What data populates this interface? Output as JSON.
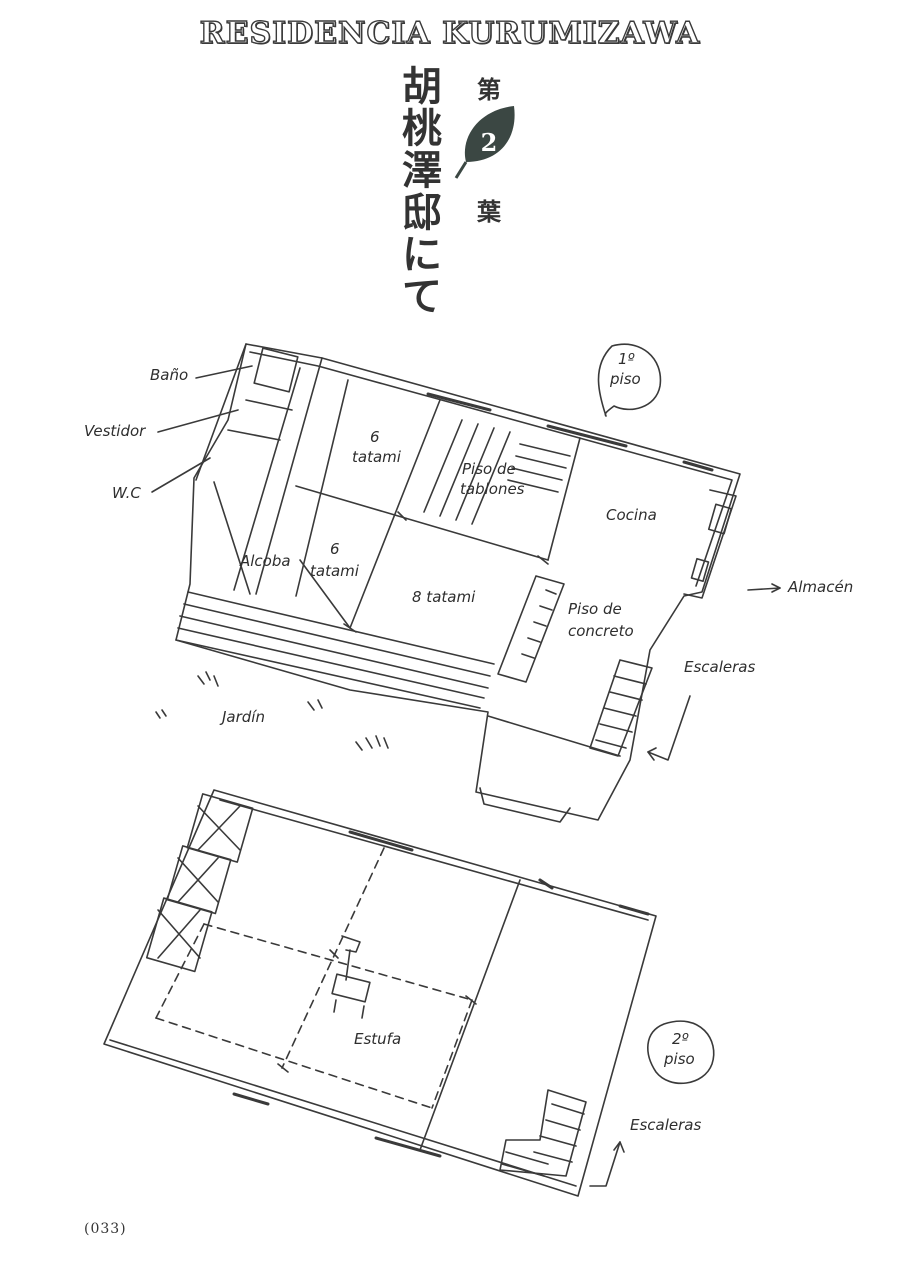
{
  "title": "RESIDENCIA KURUMIZAWA",
  "japanese_title": "胡桃澤邸にて",
  "chapter": {
    "prefix": "第",
    "number": "2",
    "suffix": "葉"
  },
  "floor1": {
    "badge_line1": "1º",
    "badge_line2": "piso",
    "labels": {
      "bath": "Baño",
      "dressing": "Vestidor",
      "wc": "W.C",
      "room_6_top_1": "6",
      "room_6_top_2": "tatami",
      "room_6_bottom_1": "6",
      "room_6_bottom_2": "tatami",
      "plank_floor_1": "Piso de",
      "plank_floor_2": "tablones",
      "kitchen": "Cocina",
      "alcove": "Alcoba",
      "room_8": "8 tatami",
      "concrete_floor_1": "Piso de",
      "concrete_floor_2": "concreto",
      "storage": "Almacén",
      "stairs": "Escaleras",
      "garden": "Jardín"
    }
  },
  "floor2": {
    "badge_line1": "2º",
    "badge_line2": "piso",
    "labels": {
      "stove": "Estufa",
      "stairs": "Escaleras"
    }
  },
  "page_number": "(033)"
}
